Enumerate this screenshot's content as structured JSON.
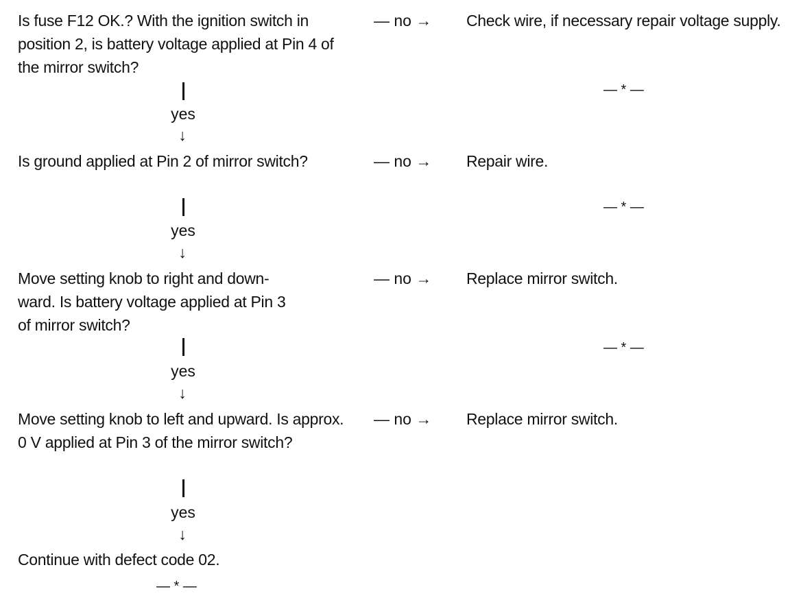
{
  "steps": [
    {
      "question": "Is fuse F12 OK.? With the ignition switch in position 2, is battery voltage applied at Pin 4 of the mirror switch?",
      "no_label": "— no →",
      "no_action": "Check wire, if necessary repair voltage supply.",
      "no_end": "— * —",
      "yes_label": "yes",
      "yes_arrow": "↓"
    },
    {
      "question": "Is ground applied at Pin 2 of mirror switch?",
      "no_label": "— no →",
      "no_action": "Repair wire.",
      "no_end": "— * —",
      "yes_label": "yes",
      "yes_arrow": "↓"
    },
    {
      "question": "Move setting knob to right and down-ward. Is battery voltage applied at Pin 3 of mirror switch?",
      "no_label": "— no →",
      "no_action": "Replace mirror switch.",
      "no_end": "— * —",
      "yes_label": "yes",
      "yes_arrow": "↓"
    },
    {
      "question": "Move setting knob to left and upward. Is approx. 0 V applied at Pin 3 of the mirror switch?",
      "no_label": "— no →",
      "no_action": "Replace mirror switch.",
      "yes_label": "yes",
      "yes_arrow": "↓"
    }
  ],
  "final": {
    "text": "Continue with defect code 02.",
    "end": "— * —"
  }
}
